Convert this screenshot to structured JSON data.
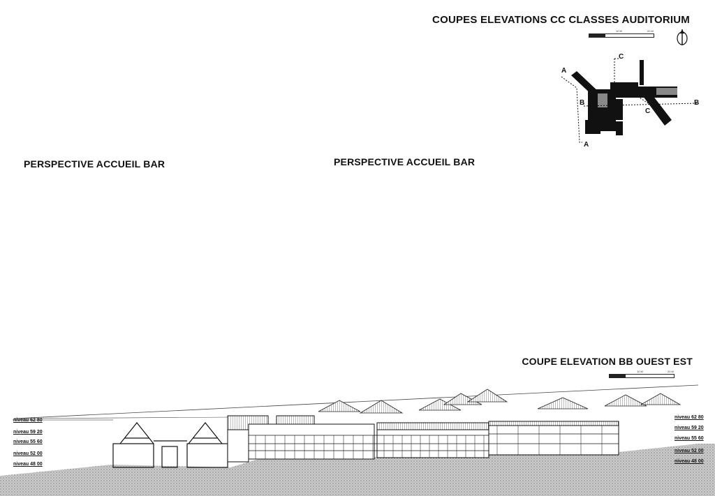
{
  "titles": {
    "top": "COUPES ELEVATIONS CC CLASSES AUDITORIUM",
    "left": "PERSPECTIVE ACCUEIL BAR",
    "middle": "PERSPECTIVE ACCUEIL BAR",
    "section": "COUPE  ELEVATION BB OUEST EST"
  },
  "scale_top": {
    "mid": "10 M",
    "end": "20 M"
  },
  "scale_bb": {
    "mid": "10 M",
    "end": "20 M"
  },
  "plan_labels": {
    "a1": "A",
    "a2": "A",
    "b1": "B",
    "b2": "B",
    "c1": "C",
    "c2": "C"
  },
  "levels_left": [
    "niveau 62 80",
    "niveau 59 20",
    "niveau 55 60",
    "niveau 52 00",
    "niveau 48 00"
  ],
  "levels_right": [
    "niveau 62 80",
    "niveau 59 20",
    "niveau 55 60",
    "niveau 52 00",
    "niveau 48 00"
  ]
}
